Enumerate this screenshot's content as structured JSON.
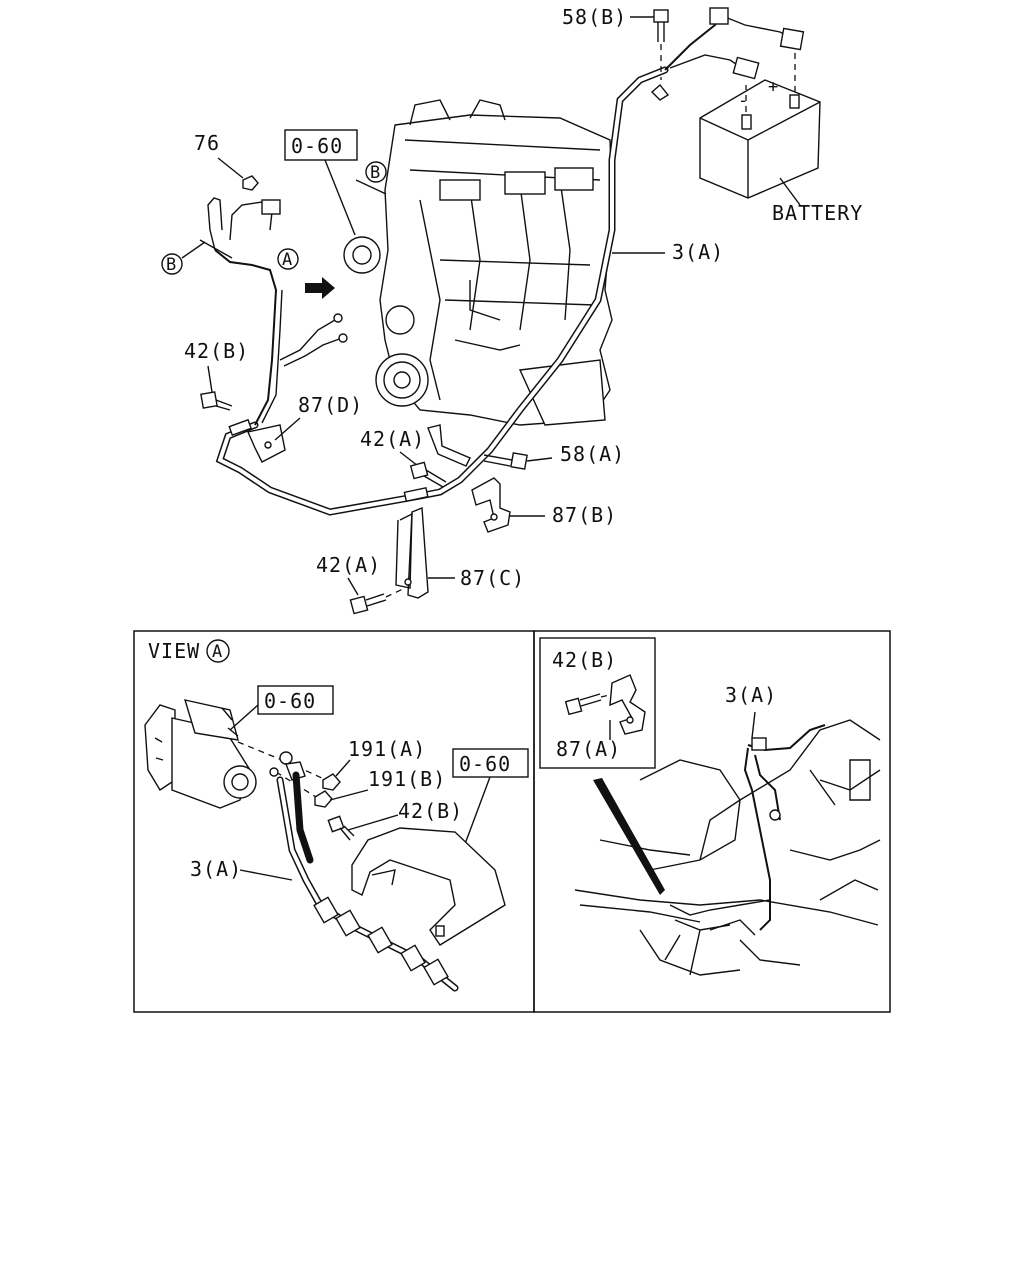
{
  "labels": {
    "p58b": "58(B)",
    "p76": "76",
    "ref_top": "0-60",
    "callout_b": "B",
    "callout_a": "A",
    "battery": "BATTERY",
    "p3a_top": "3(A)",
    "p42b_top": "42(B)",
    "p87d": "87(D)",
    "p42a_mid": "42(A)",
    "p58a": "58(A)",
    "p87b": "87(B)",
    "p42a_low": "42(A)",
    "p87c": "87(C)",
    "battery_plus": "+",
    "battery_minus": "-"
  },
  "view_a": {
    "title": "VIEW",
    "title_circle": "A",
    "ref1": "0-60",
    "ref2": "0-60",
    "p191a": "191(A)",
    "p191b": "191(B)",
    "p42b": "42(B)",
    "p3a": "3(A)"
  },
  "right_panel": {
    "p42b": "42(B)",
    "p87a": "87(A)",
    "p3a": "3(A)"
  }
}
